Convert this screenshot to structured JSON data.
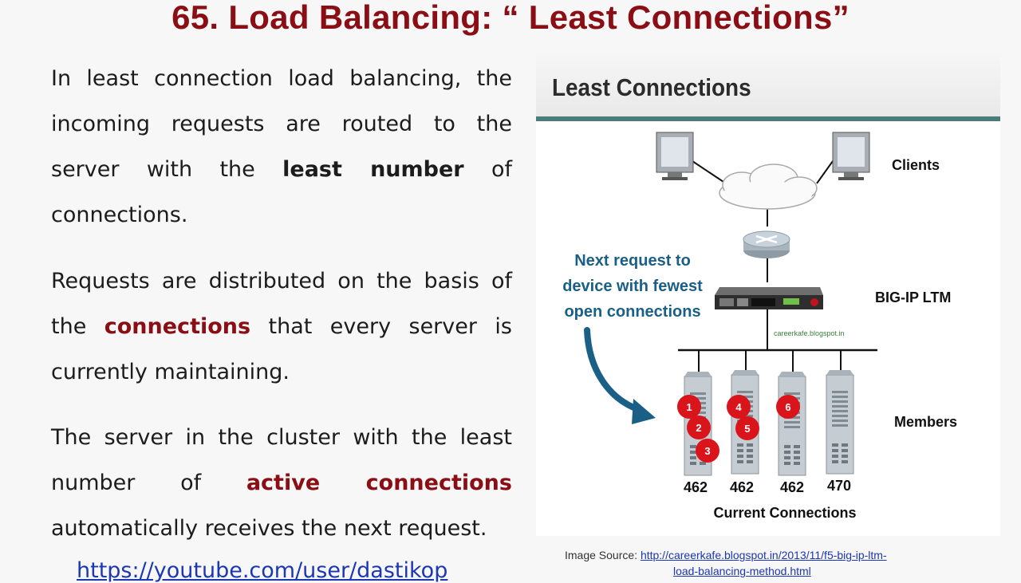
{
  "slide": {
    "title": "65. Load Balancing: “ Least Connections”"
  },
  "para1": {
    "text_a": "In least connection load balancing, the incoming requests are routed to the server with the ",
    "bold": "least number",
    "text_b": " of connections."
  },
  "para2": {
    "text_a": "Requests are  distributed on the basis of the ",
    "highlight": "connections",
    "text_b": " that every server is currently maintaining."
  },
  "para3": {
    "text_a": "The server  in the cluster with the least number of ",
    "highlight": "active connections",
    "text_b": " automatically receives the next  request."
  },
  "footer_link": "https://youtube.com/user/dastikop",
  "figure": {
    "title": "Least Connections",
    "clients_label": "Clients",
    "ltm_label": "BIG-IP LTM",
    "members_label": "Members",
    "watermark": "careerkafe.blogspot.in",
    "callout": [
      "Next request to",
      "device with fewest",
      "open connections"
    ],
    "current_connections_label": "Current Connections",
    "server_counts": [
      "462",
      "462",
      "462",
      "470"
    ],
    "request_badges": [
      "1",
      "2",
      "3",
      "4",
      "5",
      "6"
    ],
    "colors": {
      "header_bar": "#4c7c7a",
      "badge": "#d9141b",
      "arrow": "#1a5f86",
      "callout_text": "#1a5f86"
    }
  },
  "source": {
    "label": "Image Source: ",
    "url_line1": "http://careerkafe.blogspot.in/2013/11/f5-big-ip-ltm-",
    "url_line2": "load-balancing-method.html"
  }
}
